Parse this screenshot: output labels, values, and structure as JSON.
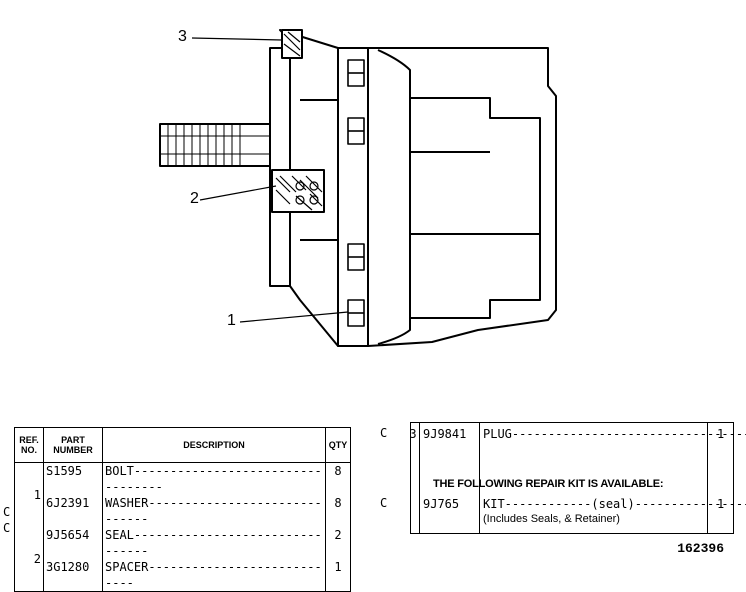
{
  "callouts": [
    {
      "label": "3"
    },
    {
      "label": "2"
    },
    {
      "label": "1"
    }
  ],
  "left_table": {
    "headers": {
      "ref": "REF. NO.",
      "part_number": "PART NUMBER",
      "description": "DESCRIPTION",
      "qty": "QTY"
    },
    "groups": [
      {
        "ref": "1",
        "rows": [
          {
            "change": "",
            "part_number": "S1595",
            "description": "BOLT----------------------------------",
            "qty": "8"
          },
          {
            "change": "",
            "part_number": "6J2391",
            "description": "WASHER------------------------------",
            "qty": "8"
          }
        ]
      },
      {
        "ref": "2",
        "rows": [
          {
            "change": "C",
            "part_number": "9J5654",
            "description": "SEAL--------------------------------",
            "qty": "2"
          },
          {
            "change": "C",
            "part_number": "3G1280",
            "description": "SPACER----------------------------",
            "qty": "1"
          }
        ]
      }
    ]
  },
  "right_table": {
    "rows": [
      {
        "change": "C",
        "ref": "3",
        "part_number": "9J9841",
        "description": "PLUG------------------------------------",
        "qty": "1"
      }
    ],
    "notice": "THE FOLLOWING REPAIR KIT IS AVAILABLE:",
    "kit": {
      "change": "C",
      "part_number": "9J765",
      "description": "KIT------------(seal)----------------",
      "note": "(Includes Seals, & Retainer)",
      "qty": "1"
    }
  },
  "document_number": "162396"
}
